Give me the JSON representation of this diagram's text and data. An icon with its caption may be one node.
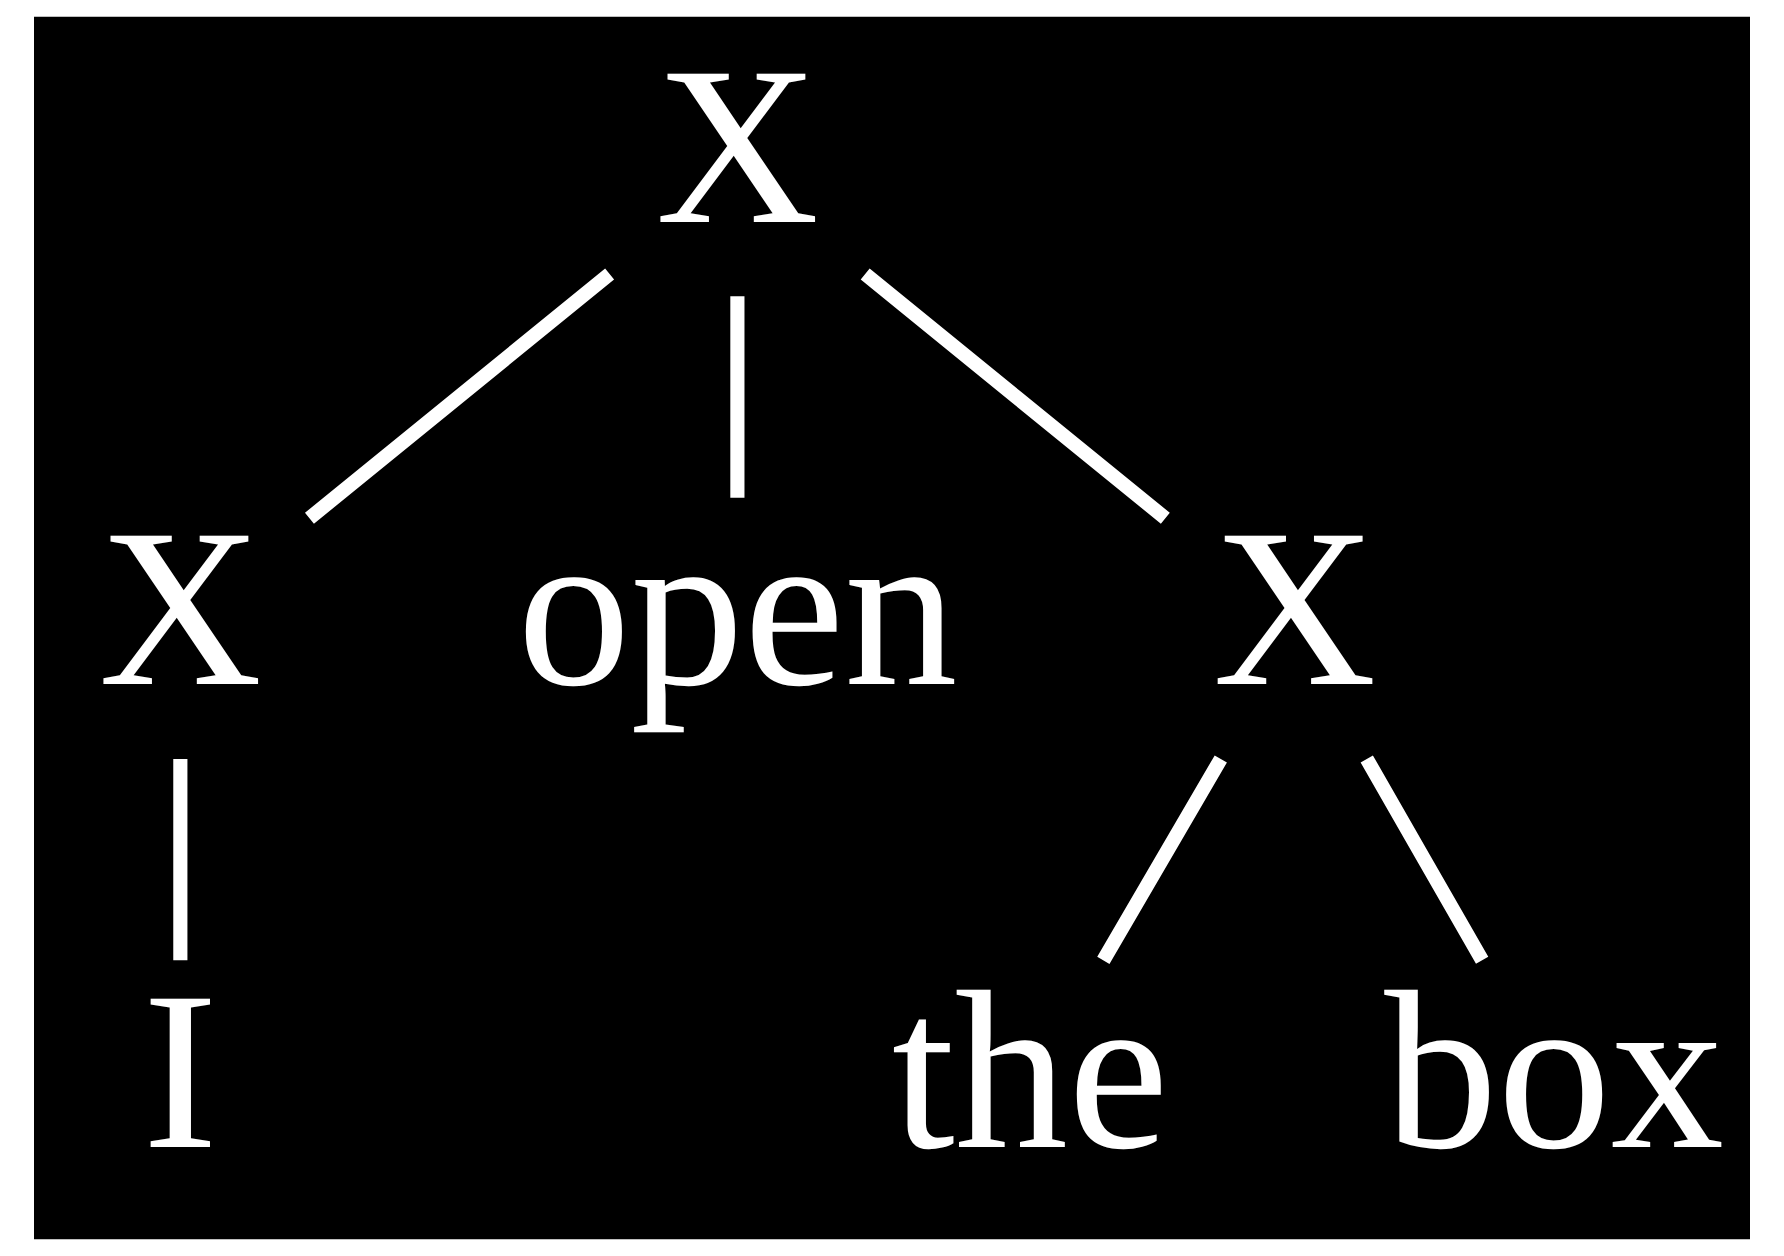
{
  "diagram": {
    "nodes": [
      {
        "text": [
          "X"
        ]
      },
      {
        "text": [
          "X"
        ]
      },
      {
        "text": [
          "open"
        ]
      },
      {
        "text": [
          "X"
        ]
      },
      {
        "text": [
          "I"
        ]
      },
      {
        "text": [
          "the"
        ]
      },
      {
        "text": [
          "box"
        ]
      }
    ],
    "edges": [
      {
        "from": 0,
        "to": 1,
        "arrow": "none"
      },
      {
        "from": 0,
        "to": 2,
        "arrow": "none"
      },
      {
        "from": 0,
        "to": 3,
        "arrow": "none"
      },
      {
        "from": 1,
        "to": 4,
        "arrow": "none"
      },
      {
        "from": 3,
        "to": 5,
        "arrow": "none"
      },
      {
        "from": 3,
        "to": 6,
        "arrow": "none"
      }
    ]
  }
}
